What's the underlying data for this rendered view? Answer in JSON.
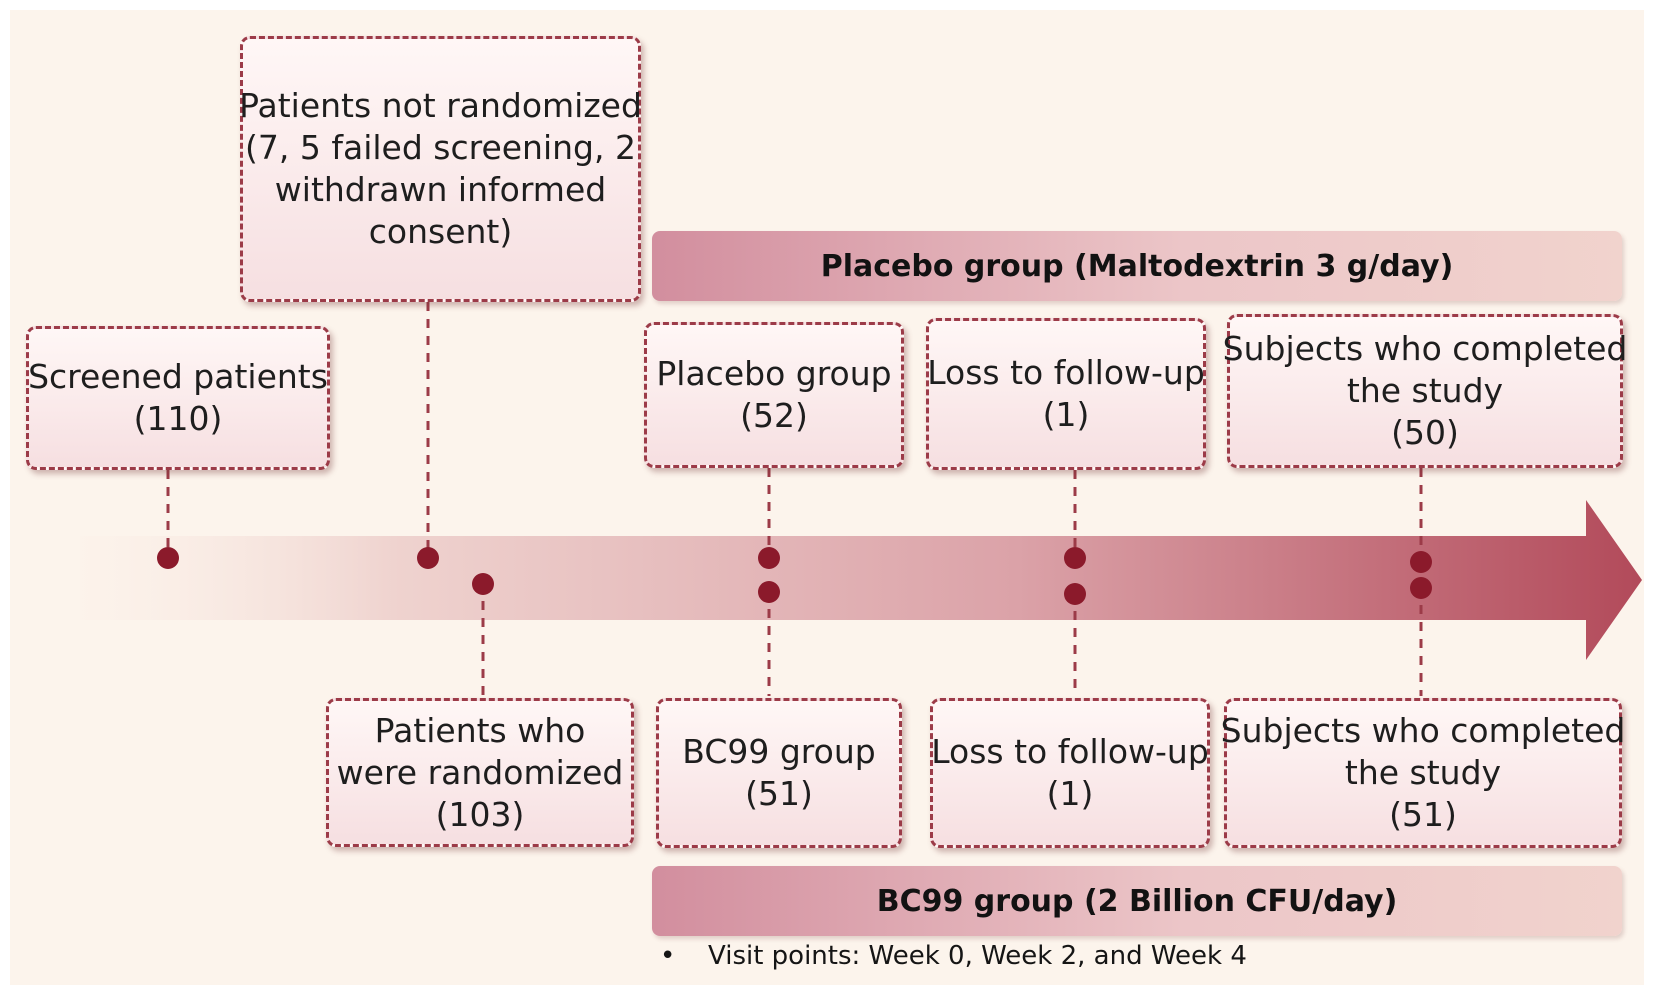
{
  "boxes": {
    "not_randomized": {
      "lines": [
        "Patients not randomized",
        "(7, 5 failed screening, 2",
        "withdrawn informed",
        "consent)"
      ]
    },
    "screened": {
      "lines": [
        "Screened patients",
        "(110)"
      ]
    },
    "randomized": {
      "lines": [
        "Patients who",
        "were randomized",
        "(103)"
      ]
    },
    "placebo_group": {
      "lines": [
        "Placebo group",
        "(52)"
      ]
    },
    "bc99_group": {
      "lines": [
        "BC99 group",
        "(51)"
      ]
    },
    "loss_top": {
      "lines": [
        "Loss to follow-up",
        "(1)"
      ]
    },
    "loss_bottom": {
      "lines": [
        "Loss to follow-up",
        "(1)"
      ]
    },
    "completed_top": {
      "lines": [
        "Subjects who completed",
        "the study",
        "(50)"
      ]
    },
    "completed_bottom": {
      "lines": [
        "Subjects who completed",
        "the study",
        "(51)"
      ]
    }
  },
  "bands": {
    "placebo": "Placebo group (Maltodextrin 3 g/day)",
    "bc99": "BC99 group (2 Billion CFU/day)"
  },
  "note": {
    "bullet": "•",
    "text": "Visit points: Week 0, Week 2, and Week 4"
  },
  "colors": {
    "accent": "#9c3b48",
    "dot": "#8b1a2b",
    "arrow_start": "#fbeee6",
    "arrow_end": "#b24a5a"
  }
}
